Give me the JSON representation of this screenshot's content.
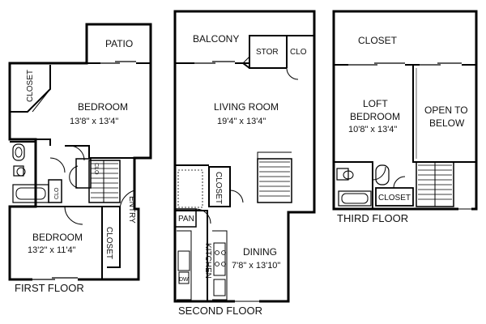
{
  "floors": {
    "first": {
      "caption": "FIRST FLOOR",
      "labels": {
        "patio": "PATIO",
        "closet_left": "CLOSET",
        "bedroom1": "BEDROOM",
        "bedroom1_dims": "13'8\" x 13'4\"",
        "clo_small": "CLO",
        "clo_hall": "CLO",
        "entry": "ENTRY",
        "bedroom2": "BEDROOM",
        "bedroom2_dims": "13'2\" x 11'4\"",
        "closet_right": "CLOSET"
      }
    },
    "second": {
      "caption": "SECOND FLOOR",
      "labels": {
        "balcony": "BALCONY",
        "stor": "STOR",
        "clo": "CLO",
        "living": "LIVING ROOM",
        "living_dims": "19'4\" x 13'4\"",
        "closet": "CLOSET",
        "pan": "PAN",
        "kitchen": "KITCHEN",
        "dw": "DW",
        "dining": "DINING",
        "dining_dims": "7'8\" x 13'10\""
      }
    },
    "third": {
      "caption": "THIRD FLOOR",
      "labels": {
        "closet_top": "CLOSET",
        "loft_line1": "LOFT",
        "loft_line2": "BEDROOM",
        "loft_dims": "10'8\" x 13'4\"",
        "open_line1": "OPEN TO",
        "open_line2": "BELOW",
        "closet_bottom": "CLOSET"
      }
    }
  }
}
